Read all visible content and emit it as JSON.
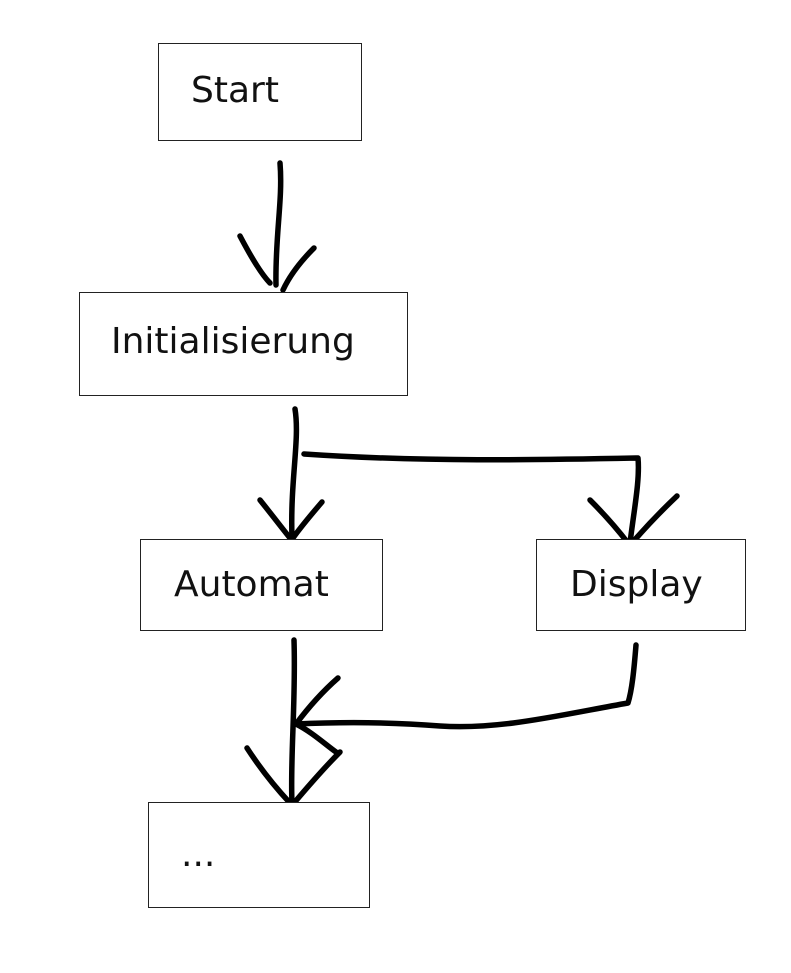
{
  "diagram": {
    "nodes": {
      "start": {
        "label": "Start"
      },
      "initialisierung": {
        "label": "Initialisierung"
      },
      "automat": {
        "label": "Automat"
      },
      "display": {
        "label": "Display"
      },
      "next": {
        "label": "..."
      }
    },
    "edges": [
      {
        "from": "start",
        "to": "initialisierung"
      },
      {
        "from": "initialisierung",
        "to": "automat"
      },
      {
        "from": "initialisierung",
        "to": "display"
      },
      {
        "from": "automat",
        "to": "next"
      },
      {
        "from": "display",
        "to": "next"
      }
    ]
  }
}
